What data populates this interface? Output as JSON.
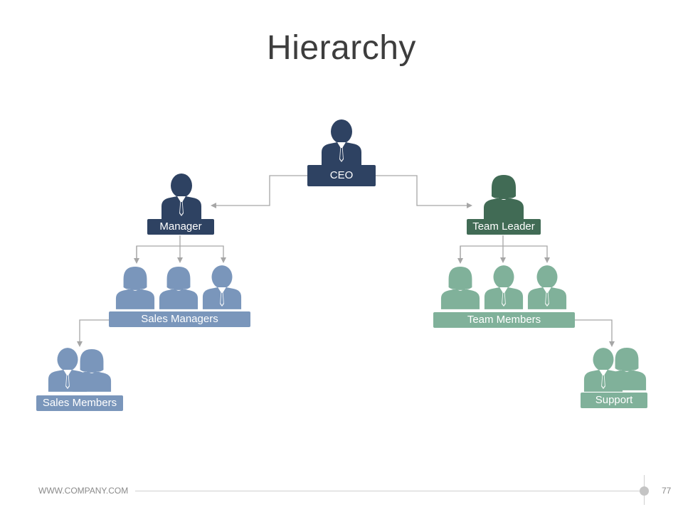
{
  "title": "Hierarchy",
  "nodes": {
    "ceo": "CEO",
    "manager": "Manager",
    "team_leader": "Team Leader",
    "sales_managers": "Sales Managers",
    "team_members": "Team Members",
    "sales_members": "Sales Members",
    "support": "Support"
  },
  "colors": {
    "navy": "#2e4262",
    "blue_light": "#7a96bb",
    "green_dark": "#416b55",
    "green_light": "#80b19a",
    "connector": "#a6a6a6"
  },
  "icons": [
    "male-person-icon",
    "female-person-icon"
  ],
  "footer": {
    "url": "WWW.COMPANY.COM",
    "page_number": "77"
  }
}
